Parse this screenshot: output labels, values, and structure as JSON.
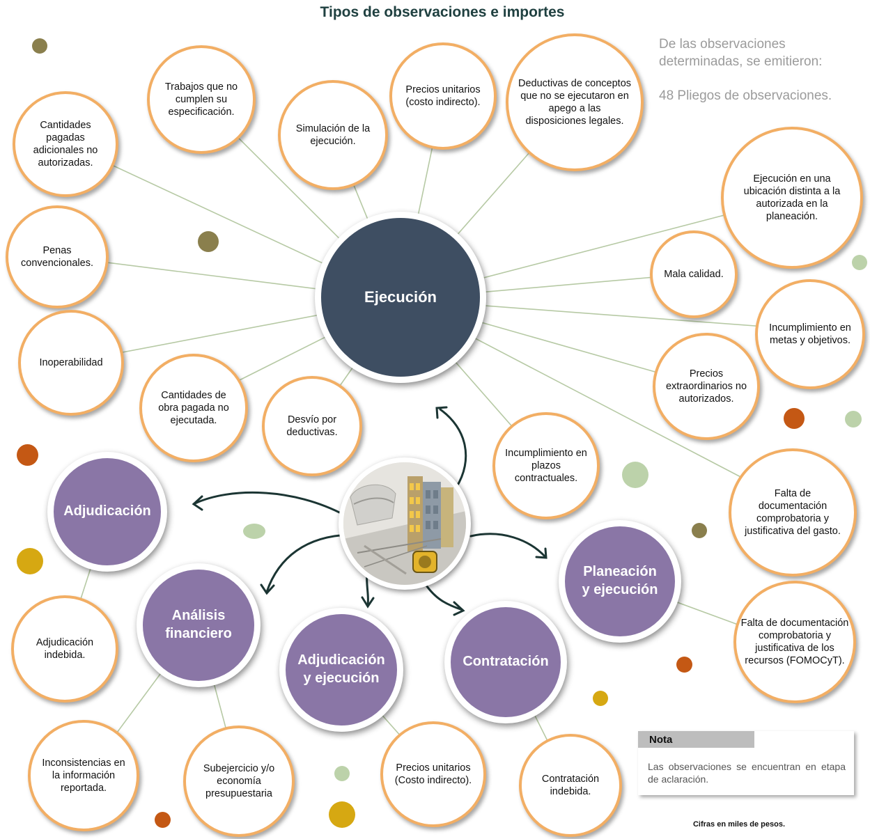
{
  "title": "Tipos de observaciones e importes",
  "info": {
    "line1": "De las observaciones determinadas, se emitieron:",
    "line2": "48 Pliegos de observaciones."
  },
  "hubs": {
    "ejecucion": "Ejecución",
    "adjudicacion": "Adjudicación",
    "analisis_financiero": "Análisis financiero",
    "adjudicacion_ejecucion": "Adjudicación y ejecución",
    "contratacion": "Contratación",
    "planeacion_ejecucion": "Planeación y ejecución"
  },
  "observations": {
    "cantidades_pagadas": "Cantidades pagadas adicionales no autorizadas.",
    "trabajos_no_cumplen": "Trabajos que no cumplen su especificación.",
    "simulacion": "Simulación de la ejecución.",
    "precios_unitarios_ci": "Precios unitarios (costo indirecto).",
    "deductivas": "Deductivas de conceptos que no se ejecutaron en apego a las disposiciones legales.",
    "ubicacion_distinta": "Ejecución en una ubicación distinta a la autorizada en la planeación.",
    "penas": "Penas convencionales.",
    "mala_calidad": "Mala calidad.",
    "incumplimiento_metas": "Incumplimiento en metas y objetivos.",
    "inoperabilidad": "Inoperabilidad",
    "obra_no_ejecutada": "Cantidades de obra pagada no ejecutada.",
    "desvio": "Desvío por deductivas.",
    "precios_extraordinarios": "Precios extraordinarios no autorizados.",
    "incumplimiento_plazos": "Incumplimiento en plazos contractuales.",
    "falta_doc_gasto": "Falta de documentación comprobatoria y justificativa del gasto.",
    "adjudicacion_indebida": "Adjudicación indebida.",
    "falta_doc_fomocyt": "Falta de documentación comprobatoria y justificativa de los recursos (FOMOCyT).",
    "inconsistencias": "Inconsistencias en la información reportada.",
    "subejercicio": "Subejercicio y/o economía presupuestaria",
    "precios_unitarios_ci2": "Precios unitarios (Costo indirecto).",
    "contratacion_indebida": "Contratación indebida."
  },
  "note": {
    "heading": "Nota",
    "text": "Las observaciones se encuentran en etapa de aclaración."
  },
  "footnote": "Cifras en miles de pesos.",
  "colors": {
    "bubble_border": "#f2ae64",
    "main_hub": "#3e4e62",
    "category_hub": "#8a76a6",
    "connector": "#b6c9a4",
    "arrow": "#1b3533"
  },
  "icons": [
    "construction-photo",
    "arrow-icon"
  ]
}
